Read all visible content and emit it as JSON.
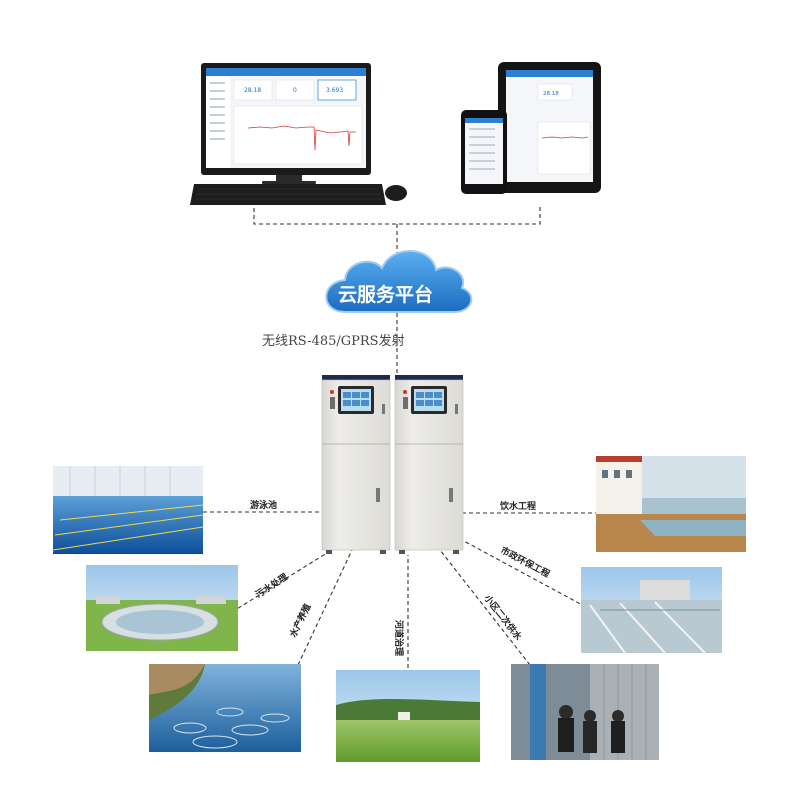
{
  "cloud": {
    "label": "云服务平台",
    "color": "#2a7fd0"
  },
  "transmission": {
    "label": "无线RS-485/GPRS发射"
  },
  "screen": {
    "values": [
      "28.18",
      "0",
      "3.693"
    ],
    "mini_value": "28.18"
  },
  "applications": [
    {
      "id": "swimming-pool",
      "label": "游泳池"
    },
    {
      "id": "sewage-treatment",
      "label": "污水处理"
    },
    {
      "id": "aquaculture",
      "label": "水产养殖"
    },
    {
      "id": "river-treatment",
      "label": "河道治理"
    },
    {
      "id": "secondary-water-supply",
      "label": "小区二次供水"
    },
    {
      "id": "municipal-pipe-network",
      "label": "市政环保工程"
    },
    {
      "id": "drinking-water-project",
      "label": "饮水工程"
    }
  ],
  "colors": {
    "accent": "#2a7fd0",
    "line": "#333333",
    "cabinet": "#e9e8e4"
  }
}
